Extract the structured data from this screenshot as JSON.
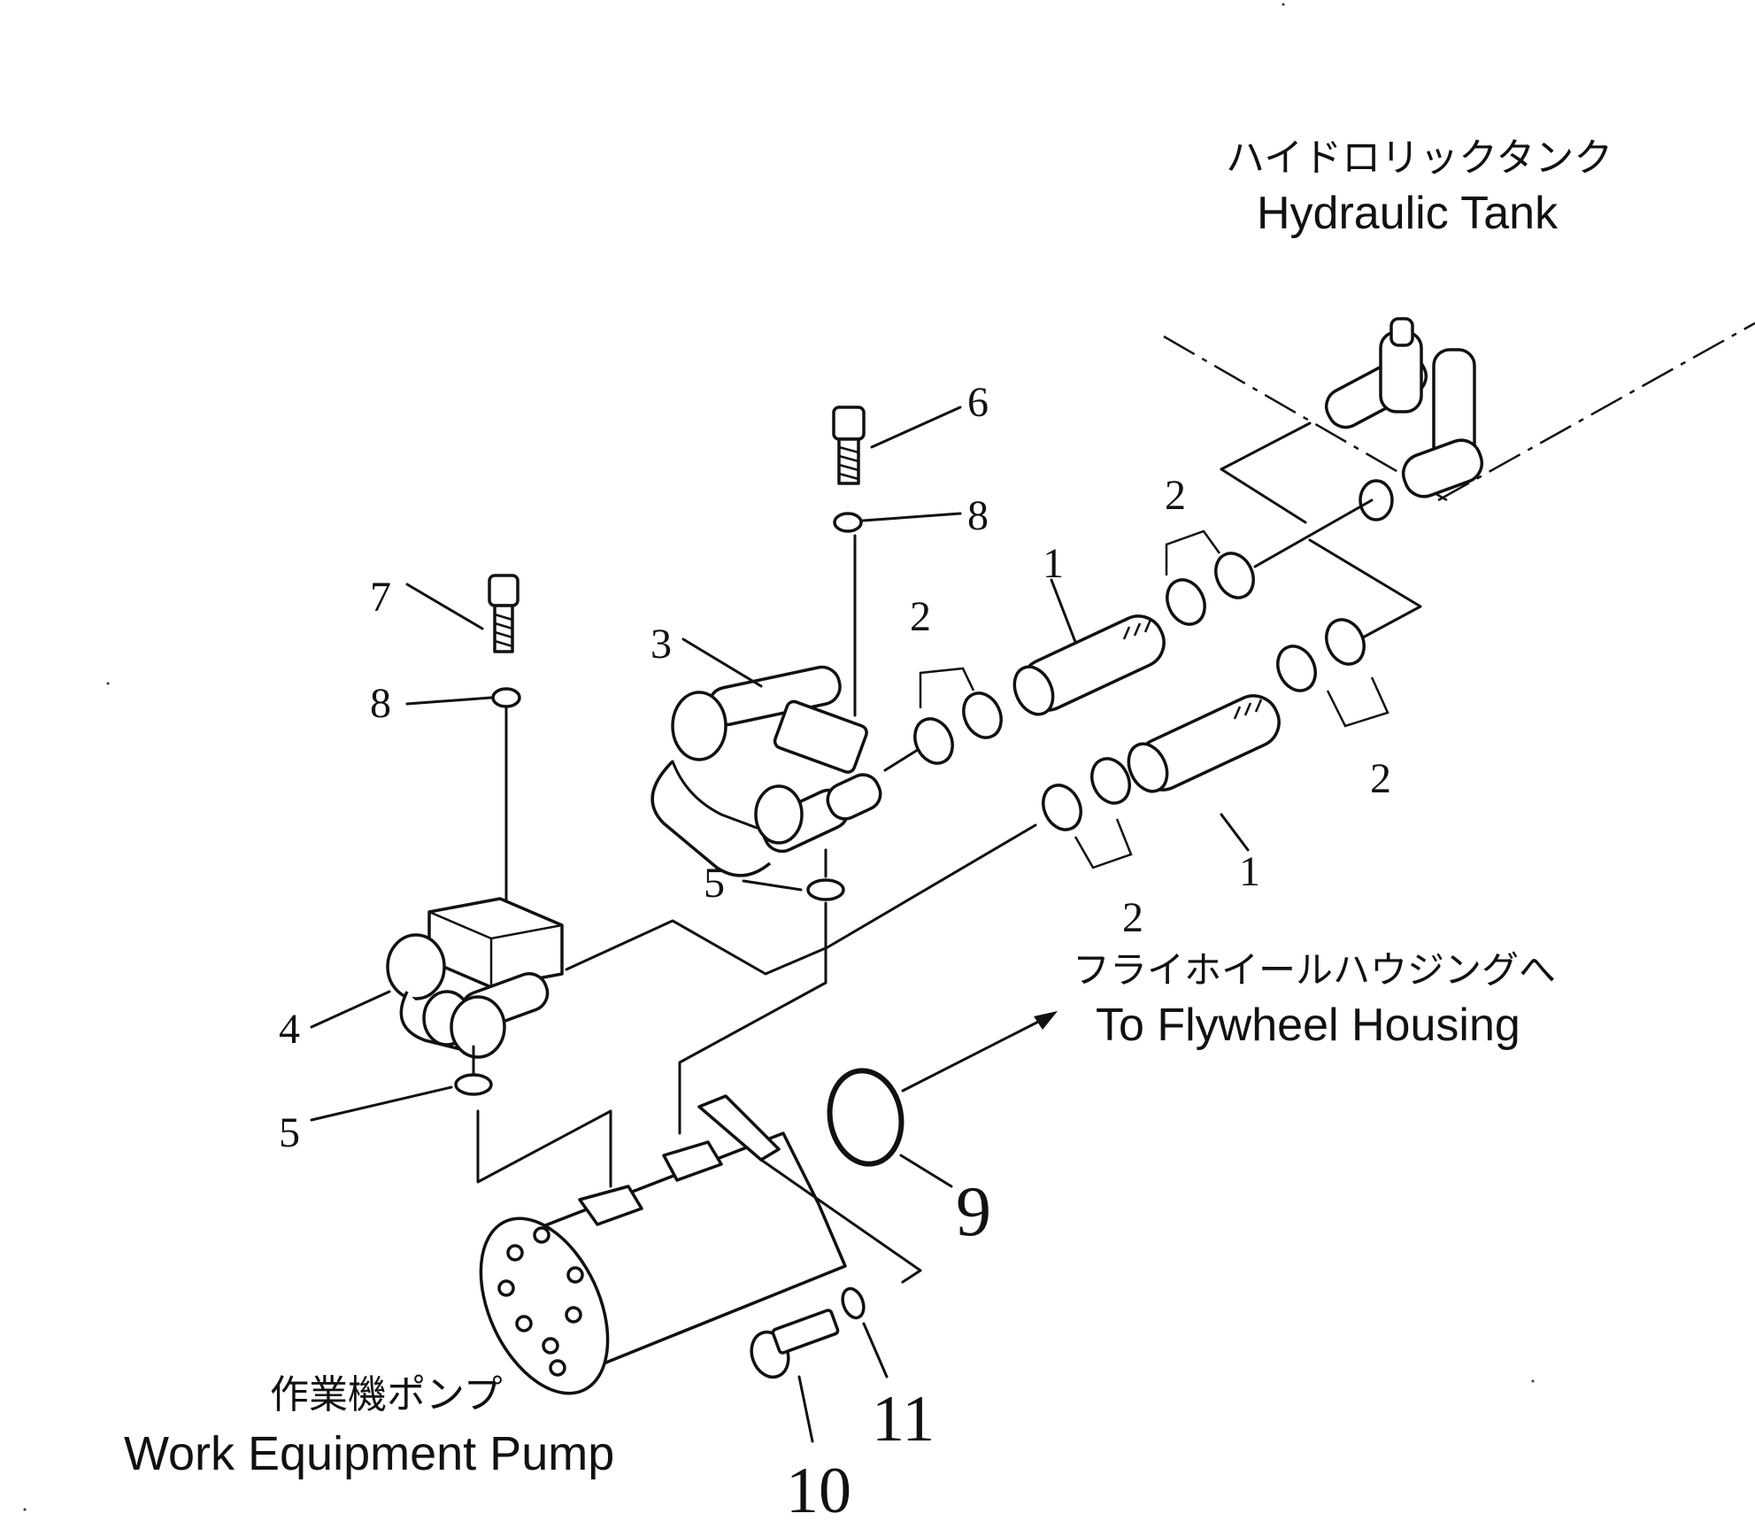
{
  "labels": {
    "hydraulic_tank_jp": "ハイドロリックタンク",
    "hydraulic_tank_en": "Hydraulic Tank",
    "flywheel_jp": "フライホイールハウジングへ",
    "flywheel_en": "To Flywheel Housing",
    "pump_jp": "作業機ポンプ",
    "pump_en": "Work Equipment Pump"
  },
  "callouts": {
    "c1a": "1",
    "c1b": "1",
    "c2a": "2",
    "c2b": "2",
    "c2c": "2",
    "c2d": "2",
    "c3": "3",
    "c4": "4",
    "c5a": "5",
    "c5b": "5",
    "c6": "6",
    "c7": "7",
    "c8a": "8",
    "c8b": "8",
    "c9": "9",
    "c10": "10",
    "c11": "11"
  }
}
